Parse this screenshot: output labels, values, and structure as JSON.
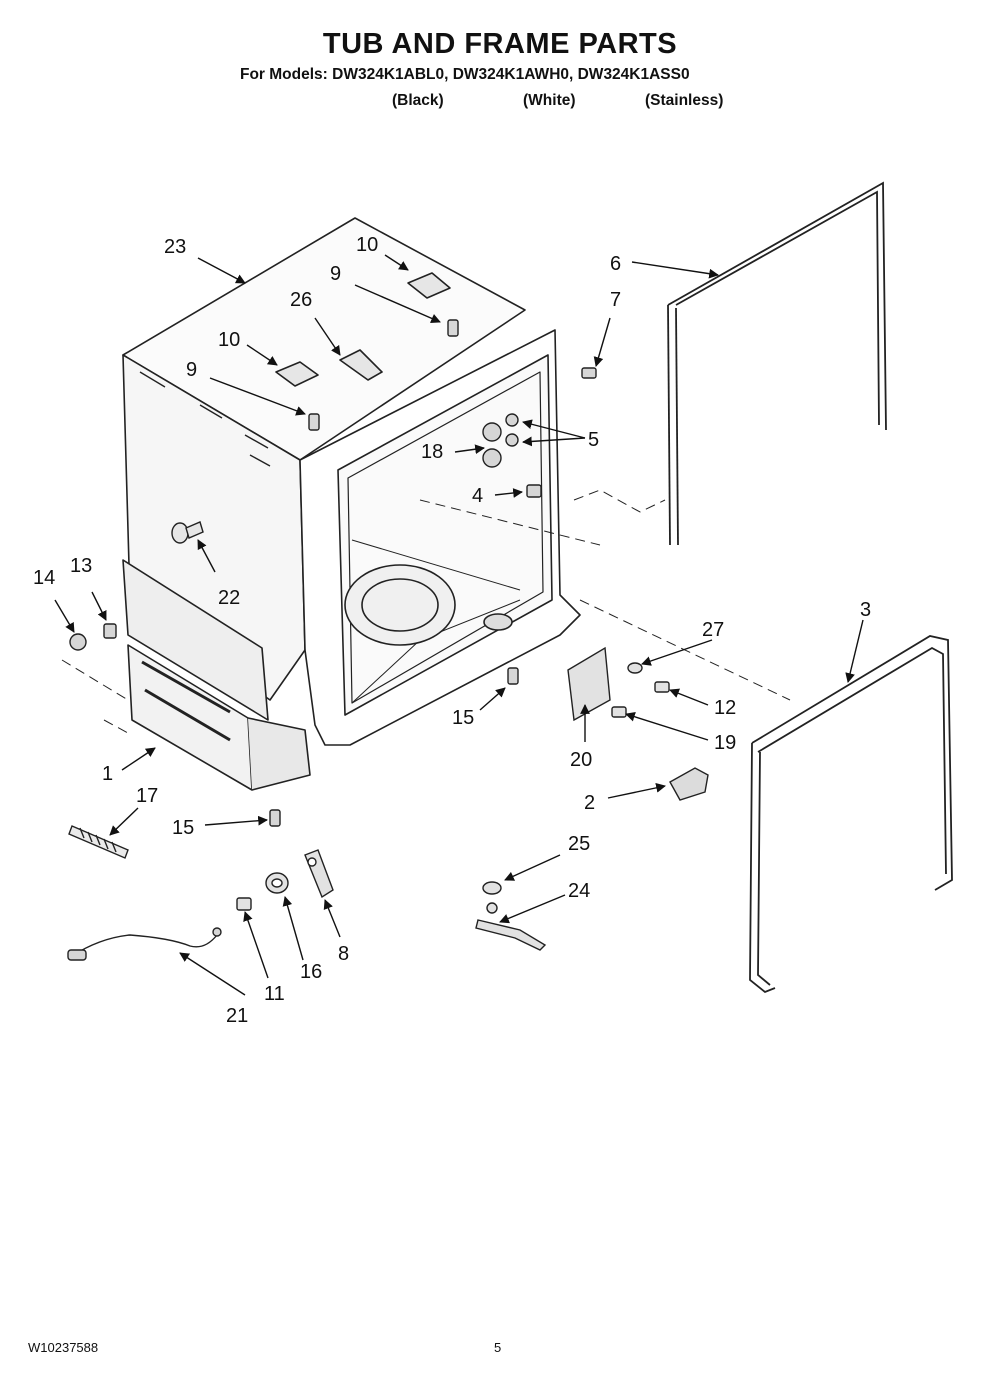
{
  "header": {
    "title": "TUB AND FRAME PARTS",
    "models_line": "For Models: DW324K1ABL0, DW324K1AWH0, DW324K1ASS0",
    "variants": [
      "(Black)",
      "(White)",
      "(Stainless)"
    ]
  },
  "callouts": {
    "c1": "1",
    "c2": "2",
    "c3": "3",
    "c4": "4",
    "c5": "5",
    "c6": "6",
    "c7": "7",
    "c8": "8",
    "c9a": "9",
    "c9b": "9",
    "c10a": "10",
    "c10b": "10",
    "c11": "11",
    "c12": "12",
    "c13": "13",
    "c14": "14",
    "c15a": "15",
    "c15b": "15",
    "c16": "16",
    "c17": "17",
    "c18": "18",
    "c19": "19",
    "c20": "20",
    "c21": "21",
    "c22": "22",
    "c23": "23",
    "c24": "24",
    "c25": "25",
    "c26": "26",
    "c27": "27"
  },
  "footer": {
    "doc_number": "W10237588",
    "page_number": "5"
  }
}
